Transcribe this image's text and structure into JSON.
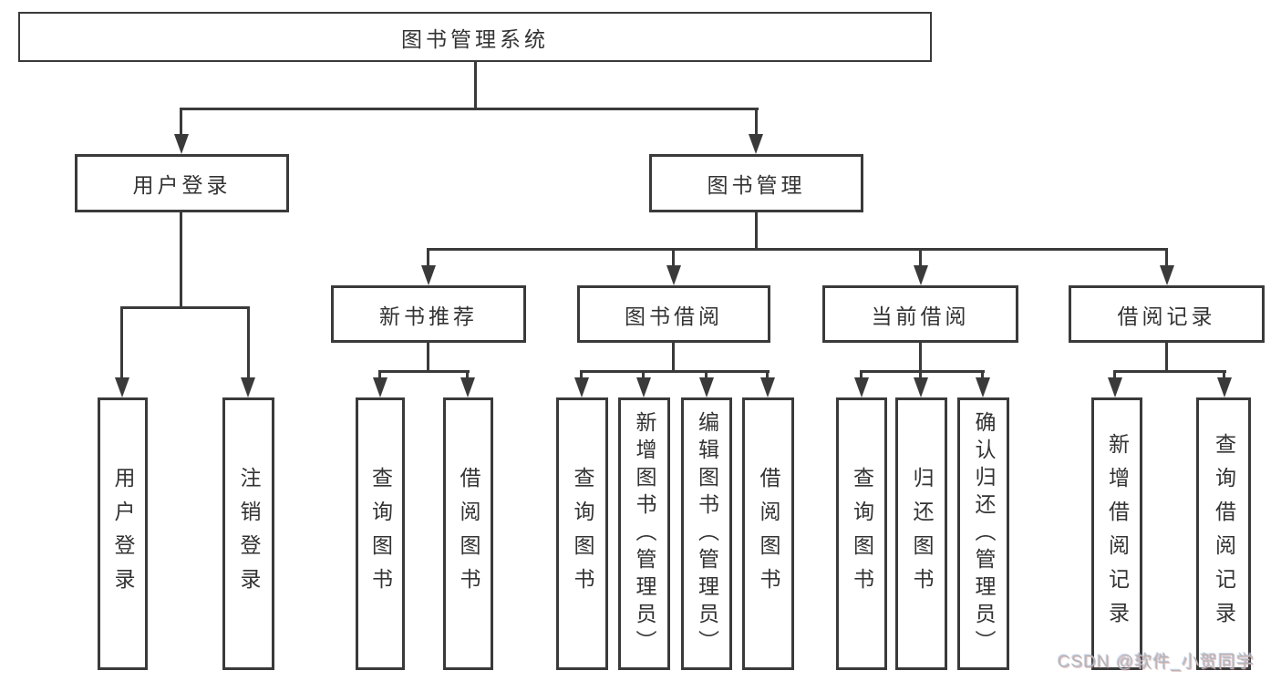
{
  "colors": {
    "background": "#ffffff",
    "line": "#3a3a3a",
    "text": "#333333",
    "watermark": "#b6b6b6"
  },
  "tree": {
    "label": "图书管理系统",
    "children": [
      {
        "label": "用户登录",
        "children": [
          {
            "label": "用户登录"
          },
          {
            "label": "注销登录"
          }
        ]
      },
      {
        "label": "图书管理",
        "children": [
          {
            "label": "新书推荐",
            "children": [
              {
                "label": "查询图书"
              },
              {
                "label": "借阅图书"
              }
            ]
          },
          {
            "label": "图书借阅",
            "children": [
              {
                "label": "查询图书"
              },
              {
                "label": "新增图书（管理员）"
              },
              {
                "label": "编辑图书（管理员）"
              },
              {
                "label": "借阅图书"
              }
            ]
          },
          {
            "label": "当前借阅",
            "children": [
              {
                "label": "查询图书"
              },
              {
                "label": "归还图书"
              },
              {
                "label": "确认归还（管理员）"
              }
            ]
          },
          {
            "label": "借阅记录",
            "children": [
              {
                "label": "新增借阅记录"
              },
              {
                "label": "查询借阅记录"
              }
            ]
          }
        ]
      }
    ]
  },
  "watermark": {
    "text": "CSDN @软件_小贺同学"
  }
}
